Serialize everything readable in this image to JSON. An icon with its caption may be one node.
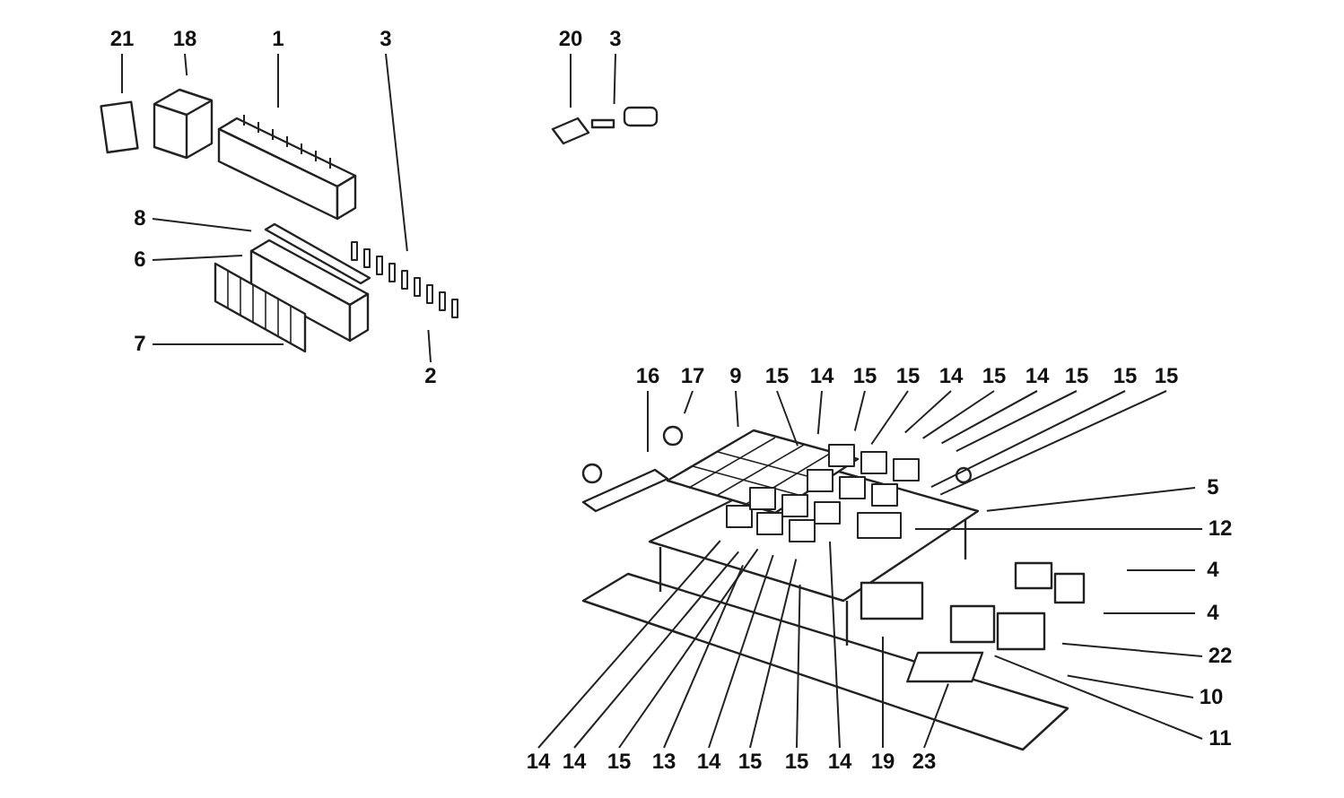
{
  "diagram": {
    "nodes": [
      {
        "text": [
          "21"
        ]
      },
      {
        "text": [
          "18"
        ]
      },
      {
        "text": [
          "1"
        ]
      },
      {
        "text": [
          "3"
        ]
      },
      {
        "text": [
          "20"
        ]
      },
      {
        "text": [
          "3"
        ]
      },
      {
        "text": [
          "8"
        ]
      },
      {
        "text": [
          "6"
        ]
      },
      {
        "text": [
          "7"
        ]
      },
      {
        "text": [
          "2"
        ]
      },
      {
        "text": [
          "16"
        ]
      },
      {
        "text": [
          "17"
        ]
      },
      {
        "text": [
          "9"
        ]
      },
      {
        "text": [
          "15"
        ]
      },
      {
        "text": [
          "14"
        ]
      },
      {
        "text": [
          "15"
        ]
      },
      {
        "text": [
          "15"
        ]
      },
      {
        "text": [
          "14"
        ]
      },
      {
        "text": [
          "15"
        ]
      },
      {
        "text": [
          "14"
        ]
      },
      {
        "text": [
          "15"
        ]
      },
      {
        "text": [
          "15"
        ]
      },
      {
        "text": [
          "15"
        ]
      },
      {
        "text": [
          "5"
        ]
      },
      {
        "text": [
          "12"
        ]
      },
      {
        "text": [
          "4"
        ]
      },
      {
        "text": [
          "4"
        ]
      },
      {
        "text": [
          "22"
        ]
      },
      {
        "text": [
          "10"
        ]
      },
      {
        "text": [
          "11"
        ]
      },
      {
        "text": [
          "14"
        ]
      },
      {
        "text": [
          "14"
        ]
      },
      {
        "text": [
          "15"
        ]
      },
      {
        "text": [
          "13"
        ]
      },
      {
        "text": [
          "14"
        ]
      },
      {
        "text": [
          "15"
        ]
      },
      {
        "text": [
          "15"
        ]
      },
      {
        "text": [
          "14"
        ]
      },
      {
        "text": [
          "19"
        ]
      },
      {
        "text": [
          "23"
        ]
      }
    ],
    "edges": [
      {
        "from": 0,
        "to": null,
        "arrow": "none"
      },
      {
        "from": 1,
        "to": null,
        "arrow": "none"
      },
      {
        "from": 2,
        "to": null,
        "arrow": "none"
      },
      {
        "from": 3,
        "to": null,
        "arrow": "none"
      },
      {
        "from": 4,
        "to": null,
        "arrow": "none"
      },
      {
        "from": 5,
        "to": null,
        "arrow": "none"
      },
      {
        "from": 6,
        "to": null,
        "arrow": "none"
      },
      {
        "from": 7,
        "to": null,
        "arrow": "none"
      },
      {
        "from": 8,
        "to": null,
        "arrow": "none"
      },
      {
        "from": 9,
        "to": null,
        "arrow": "none"
      },
      {
        "from": 10,
        "to": null,
        "arrow": "none"
      },
      {
        "from": 11,
        "to": null,
        "arrow": "none"
      },
      {
        "from": 12,
        "to": null,
        "arrow": "none"
      },
      {
        "from": 13,
        "to": null,
        "arrow": "none"
      },
      {
        "from": 14,
        "to": null,
        "arrow": "none"
      },
      {
        "from": 15,
        "to": null,
        "arrow": "none"
      },
      {
        "from": 16,
        "to": null,
        "arrow": "none"
      },
      {
        "from": 17,
        "to": null,
        "arrow": "none"
      },
      {
        "from": 18,
        "to": null,
        "arrow": "none"
      },
      {
        "from": 19,
        "to": null,
        "arrow": "none"
      },
      {
        "from": 20,
        "to": null,
        "arrow": "none"
      },
      {
        "from": 21,
        "to": null,
        "arrow": "none"
      },
      {
        "from": 22,
        "to": null,
        "arrow": "none"
      },
      {
        "from": 23,
        "to": null,
        "arrow": "none"
      },
      {
        "from": 24,
        "to": null,
        "arrow": "none"
      },
      {
        "from": 25,
        "to": null,
        "arrow": "none"
      },
      {
        "from": 26,
        "to": null,
        "arrow": "none"
      },
      {
        "from": 27,
        "to": null,
        "arrow": "none"
      },
      {
        "from": 28,
        "to": null,
        "arrow": "none"
      },
      {
        "from": 29,
        "to": null,
        "arrow": "none"
      },
      {
        "from": 30,
        "to": null,
        "arrow": "none"
      },
      {
        "from": 31,
        "to": null,
        "arrow": "none"
      },
      {
        "from": 32,
        "to": null,
        "arrow": "none"
      },
      {
        "from": 33,
        "to": null,
        "arrow": "none"
      },
      {
        "from": 34,
        "to": null,
        "arrow": "none"
      },
      {
        "from": 35,
        "to": null,
        "arrow": "none"
      },
      {
        "from": 36,
        "to": null,
        "arrow": "none"
      },
      {
        "from": 37,
        "to": null,
        "arrow": "none"
      },
      {
        "from": 38,
        "to": null,
        "arrow": "none"
      },
      {
        "from": 39,
        "to": null,
        "arrow": "none"
      }
    ]
  }
}
